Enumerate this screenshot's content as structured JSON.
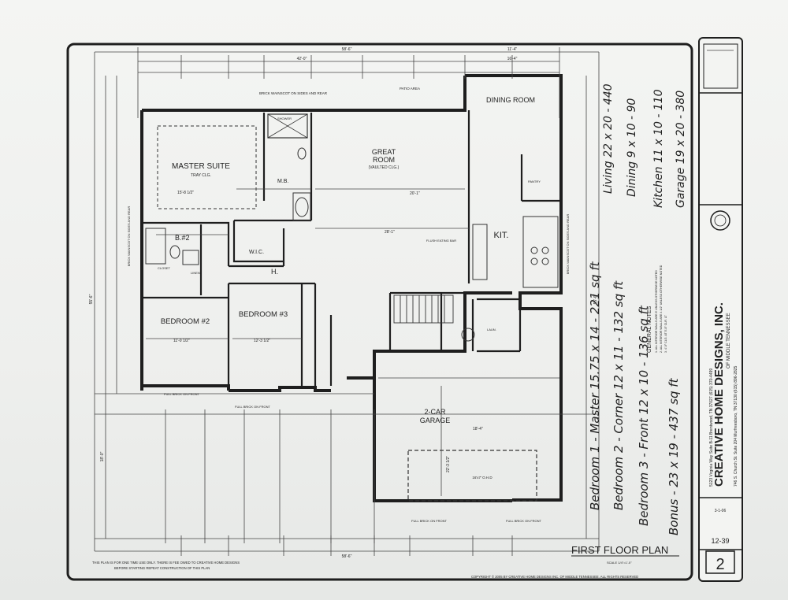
{
  "plan": {
    "title": "FIRST FLOOR PLAN",
    "scale": "SCALE 1/4\"=1'-0\"",
    "sheet_number": "2",
    "plan_no": "12-39",
    "date": "3-1-06",
    "copyright": "COPYRIGHT © 2005 BY CREATIVE HOME DESIGNS INC. OF MIDDLE TENNESSEE. ALL RIGHTS RESERVED",
    "notice": [
      "THIS PLAN IS FOR ONE TIME USE ONLY. THERE IS FEE OWED TO CREATIVE HOME DESIGNS",
      "BEFORE STARTING REPEAT CONSTRUCTION OF THIS PLAN"
    ]
  },
  "company": {
    "name": "CREATIVE HOME DESIGNS, INC.",
    "sub": "OF MIDDLE TENNESSEE",
    "addr1": "746 S. Church St. Suite 204  Murfreesboro, TN 37130  (615) 896-2825",
    "addr2": "5123 Virginia Way  Suite B-11  Brentwood, TN 37027  (615) 370-4499"
  },
  "rooms": {
    "master": "MASTER SUITE",
    "master_sub": "TRAY CLG.",
    "great": "GREAT",
    "great2": "ROOM",
    "great_sub": "(VAULTED CLG.)",
    "dining": "DINING ROOM",
    "kit": "KIT.",
    "mb": "M.B.",
    "wic": "W.I.C.",
    "b2": "B.#2",
    "bed2": "BEDROOM #2",
    "bed3": "BEDROOM #3",
    "garage": "2-CAR",
    "garage2": "GARAGE",
    "hall": "H.",
    "patio": "PATIO AREA",
    "pantry": "PANTRY",
    "laundry": "LAUN.",
    "closet": "CLOSET",
    "eating_bar": "FLUSH EATING BAR",
    "shower": "SHOWER",
    "linen": "LINEN",
    "door": "16'x7' O.H.D"
  },
  "notes": {
    "brick_wainscot_top": "BRICK WAINSCOT ON SIDES AND REAR",
    "brick_wainscot_left": "BRICK WAINSCOT ON SIDES AND REAR",
    "brick_wainscot_right": "BRICK WAINSCOT ON SIDES AND REAR",
    "full_brick_1": "FULL BRICK ON FRONT",
    "full_brick_2": "FULL BRICK ON FRONT",
    "full_brick_3": "FULL BRICK ON FRONT",
    "full_brick_4": "FULL BRICK ON FRONT",
    "general_notes": "GENERAL NOTES",
    "gn1": "1. ALL INTERIOR WALLS ARE 8' UNLESS OTHERWISE NOTED",
    "gn2": "2. ALL INTERIOR WALLS ARE 4 1/2\" UNLESS OTHERWISE NOTED",
    "gn3": "3. 4'-0\" CLG. AT 5'-8\" CLR. LT"
  },
  "dims": {
    "overall": "58'-6\"",
    "overall_bottom": "58'-6\"",
    "d42": "42'-0\"",
    "d16": "16'-4\"",
    "d11": "11'-4\"",
    "v55": "55'-6\"",
    "v55r": "55'-6\"",
    "v18": "18'-0\"",
    "great_w": "20'-1\"",
    "hall_w": "28'-1\"",
    "bed2_w": "11'-0 1/2\"",
    "bed3_w": "12'-3 1/2\"",
    "garage_w": "18'-4\"",
    "garage_d": "22'-3 1/2\"",
    "mstr_w": "15'-8 1/2\""
  },
  "handwriting": {
    "line1": "Bedroom 1 - Master    15.75 x 14  -  221 sq ft",
    "line2": "Bedroom 2 - Corner    12 x 11  -  132 sq ft",
    "line3": "Bedroom 3 - Front     12 x 10  -  136 sq ft",
    "line4": "Bonus -   23 x 19  -  437 sq ft",
    "col1": "Living    22 x 20  -  440",
    "col2": "Dining    9 x 10  -  90",
    "col3": "Kitchen   11 x 10  -  110",
    "col4": "Garage    19 x 20  -  380"
  },
  "colors": {
    "ink": "#1e1e1e",
    "paper": "#f2f3f1",
    "pencil": "#2a2a2a"
  }
}
